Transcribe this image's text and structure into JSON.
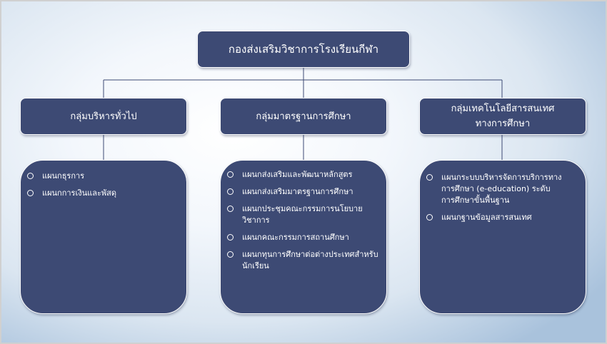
{
  "title": "กองส่งเสริมวิชาการโรงเรียนกีฬา",
  "groups": [
    {
      "label": "กลุ่มบริหารทั่วไป",
      "items": [
        "แผนกธุรการ",
        "แผนกการเงินและพัสดุ"
      ]
    },
    {
      "label": "กลุ่มมาตรฐานการศึกษา",
      "items": [
        "แผนกส่งเสริมและพัฒนาหลักสูตร",
        "แผนกส่งเสริมมาตรฐานการศึกษา",
        "แผนกประชุมคณะกรรมการนโยบาย\nวิชาการ",
        "แผนกคณะกรรมการสถานศึกษา",
        "แผนกทุนการศึกษาต่อต่างประเทศสำหรับ\nนักเรียน"
      ]
    },
    {
      "label": "กลุ่มเทคโนโลยีสารสนเทศ\nทางการศึกษา",
      "items": [
        "แผนกระบบบริหารจัดการบริการทาง\nการศึกษา (e-education) ระดับ\nการศึกษาขั้นพื้นฐาน",
        "แผนกฐานข้อมูลสารสนเทศ"
      ]
    }
  ]
}
